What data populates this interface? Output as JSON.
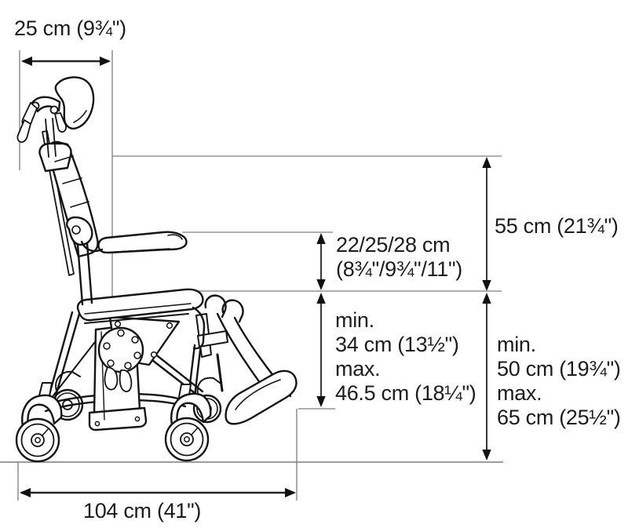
{
  "labels": {
    "headrest_width": "25 cm (9¾\")",
    "back_height": "55 cm (21¾\")",
    "armrest_range_line1": "22/25/28 cm",
    "armrest_range_line2": "(8¾\"/9¾\"/11\")",
    "footrest_height": [
      "min.",
      "34 cm (13½\")",
      "max.",
      "46.5 cm (18¼\")"
    ],
    "seat_height": [
      "min.",
      "50 cm (19¾\")",
      "max.",
      "65 cm (25½\")"
    ],
    "overall_length": "104 cm (41\")"
  },
  "colors": {
    "background": "#ffffff",
    "chair_line": "#141414",
    "dimension_line": "#222222",
    "reference_line": "#7d7d7d",
    "text": "#1c1c1c"
  }
}
